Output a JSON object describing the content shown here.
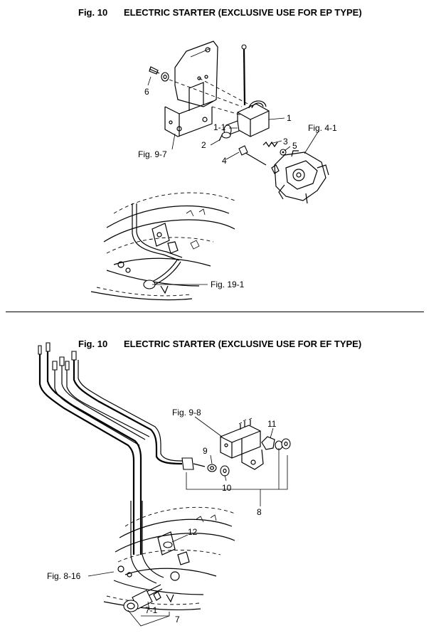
{
  "sections": [
    {
      "fig": "Fig. 10",
      "title": "ELECTRIC STARTER (EXCLUSIVE USE FOR EP TYPE)",
      "callouts": [
        "1",
        "1-1",
        "2",
        "3",
        "4",
        "5",
        "6",
        "Fig. 4-1",
        "Fig. 9-7",
        "Fig. 19-1"
      ]
    },
    {
      "fig": "Fig. 10",
      "title": "ELECTRIC STARTER (EXCLUSIVE USE FOR EF TYPE)",
      "callouts": [
        "7",
        "7-1",
        "8",
        "9",
        "10",
        "11",
        "12",
        "Fig. 9-8",
        "Fig. 8-16"
      ]
    }
  ]
}
